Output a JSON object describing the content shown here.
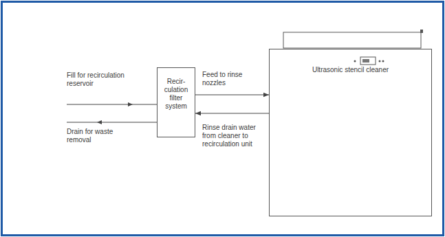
{
  "diagram": {
    "nodes": [
      {
        "text": [
          "Recir-culation filter system"
        ]
      },
      {
        "text": [
          "Ultrasonic stencil cleaner"
        ]
      }
    ],
    "edges": [
      {
        "from": 0,
        "to": 1,
        "arrow": "to",
        "label": "Feed to rinse nozzles"
      },
      {
        "from": 1,
        "to": 0,
        "arrow": "to",
        "label": "Rinse drain water from cleaner to recirculation unit"
      }
    ],
    "labels": [
      "Fill for recirculation reservoir",
      "Drain for waste removal"
    ]
  }
}
